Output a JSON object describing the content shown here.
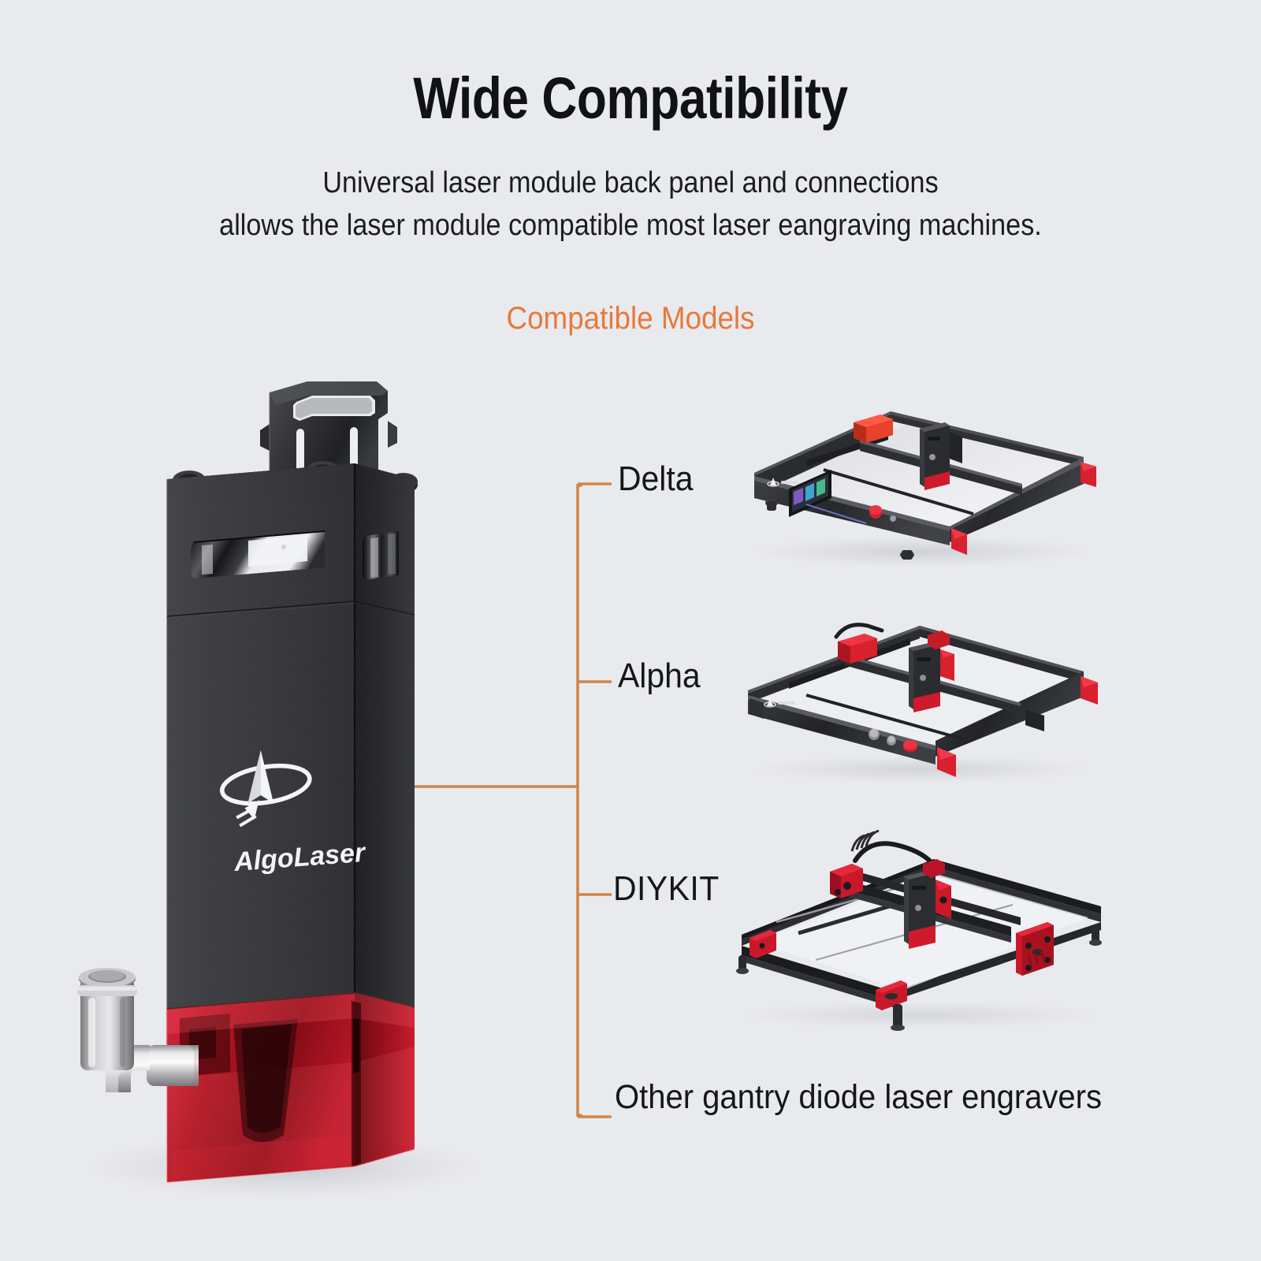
{
  "header": {
    "title": "Wide Compatibility",
    "subtitle": "Universal laser module back panel and connections\nallows the laser module compatible most laser eangraving machines.",
    "section_title": "Compatible Models"
  },
  "product": {
    "brand": "AlgoLaser",
    "logo_icon": "algolaser-arrow-orbit-icon"
  },
  "compatible_models": [
    {
      "label": "Delta",
      "machine_icon": "delta-engraver-icon"
    },
    {
      "label": "Alpha",
      "machine_icon": "alpha-engraver-icon"
    },
    {
      "label": "DIYKIT",
      "machine_icon": "diykit-engraver-icon"
    },
    {
      "label": "Other gantry diode laser engravers",
      "machine_icon": ""
    }
  ],
  "colors": {
    "background": "#e9eaee",
    "accent_orange": "#e8793a",
    "connector_line": "#d2854a",
    "text_dark": "#15161a",
    "module_black": "#2f3033",
    "shield_red": "#c8102a"
  }
}
